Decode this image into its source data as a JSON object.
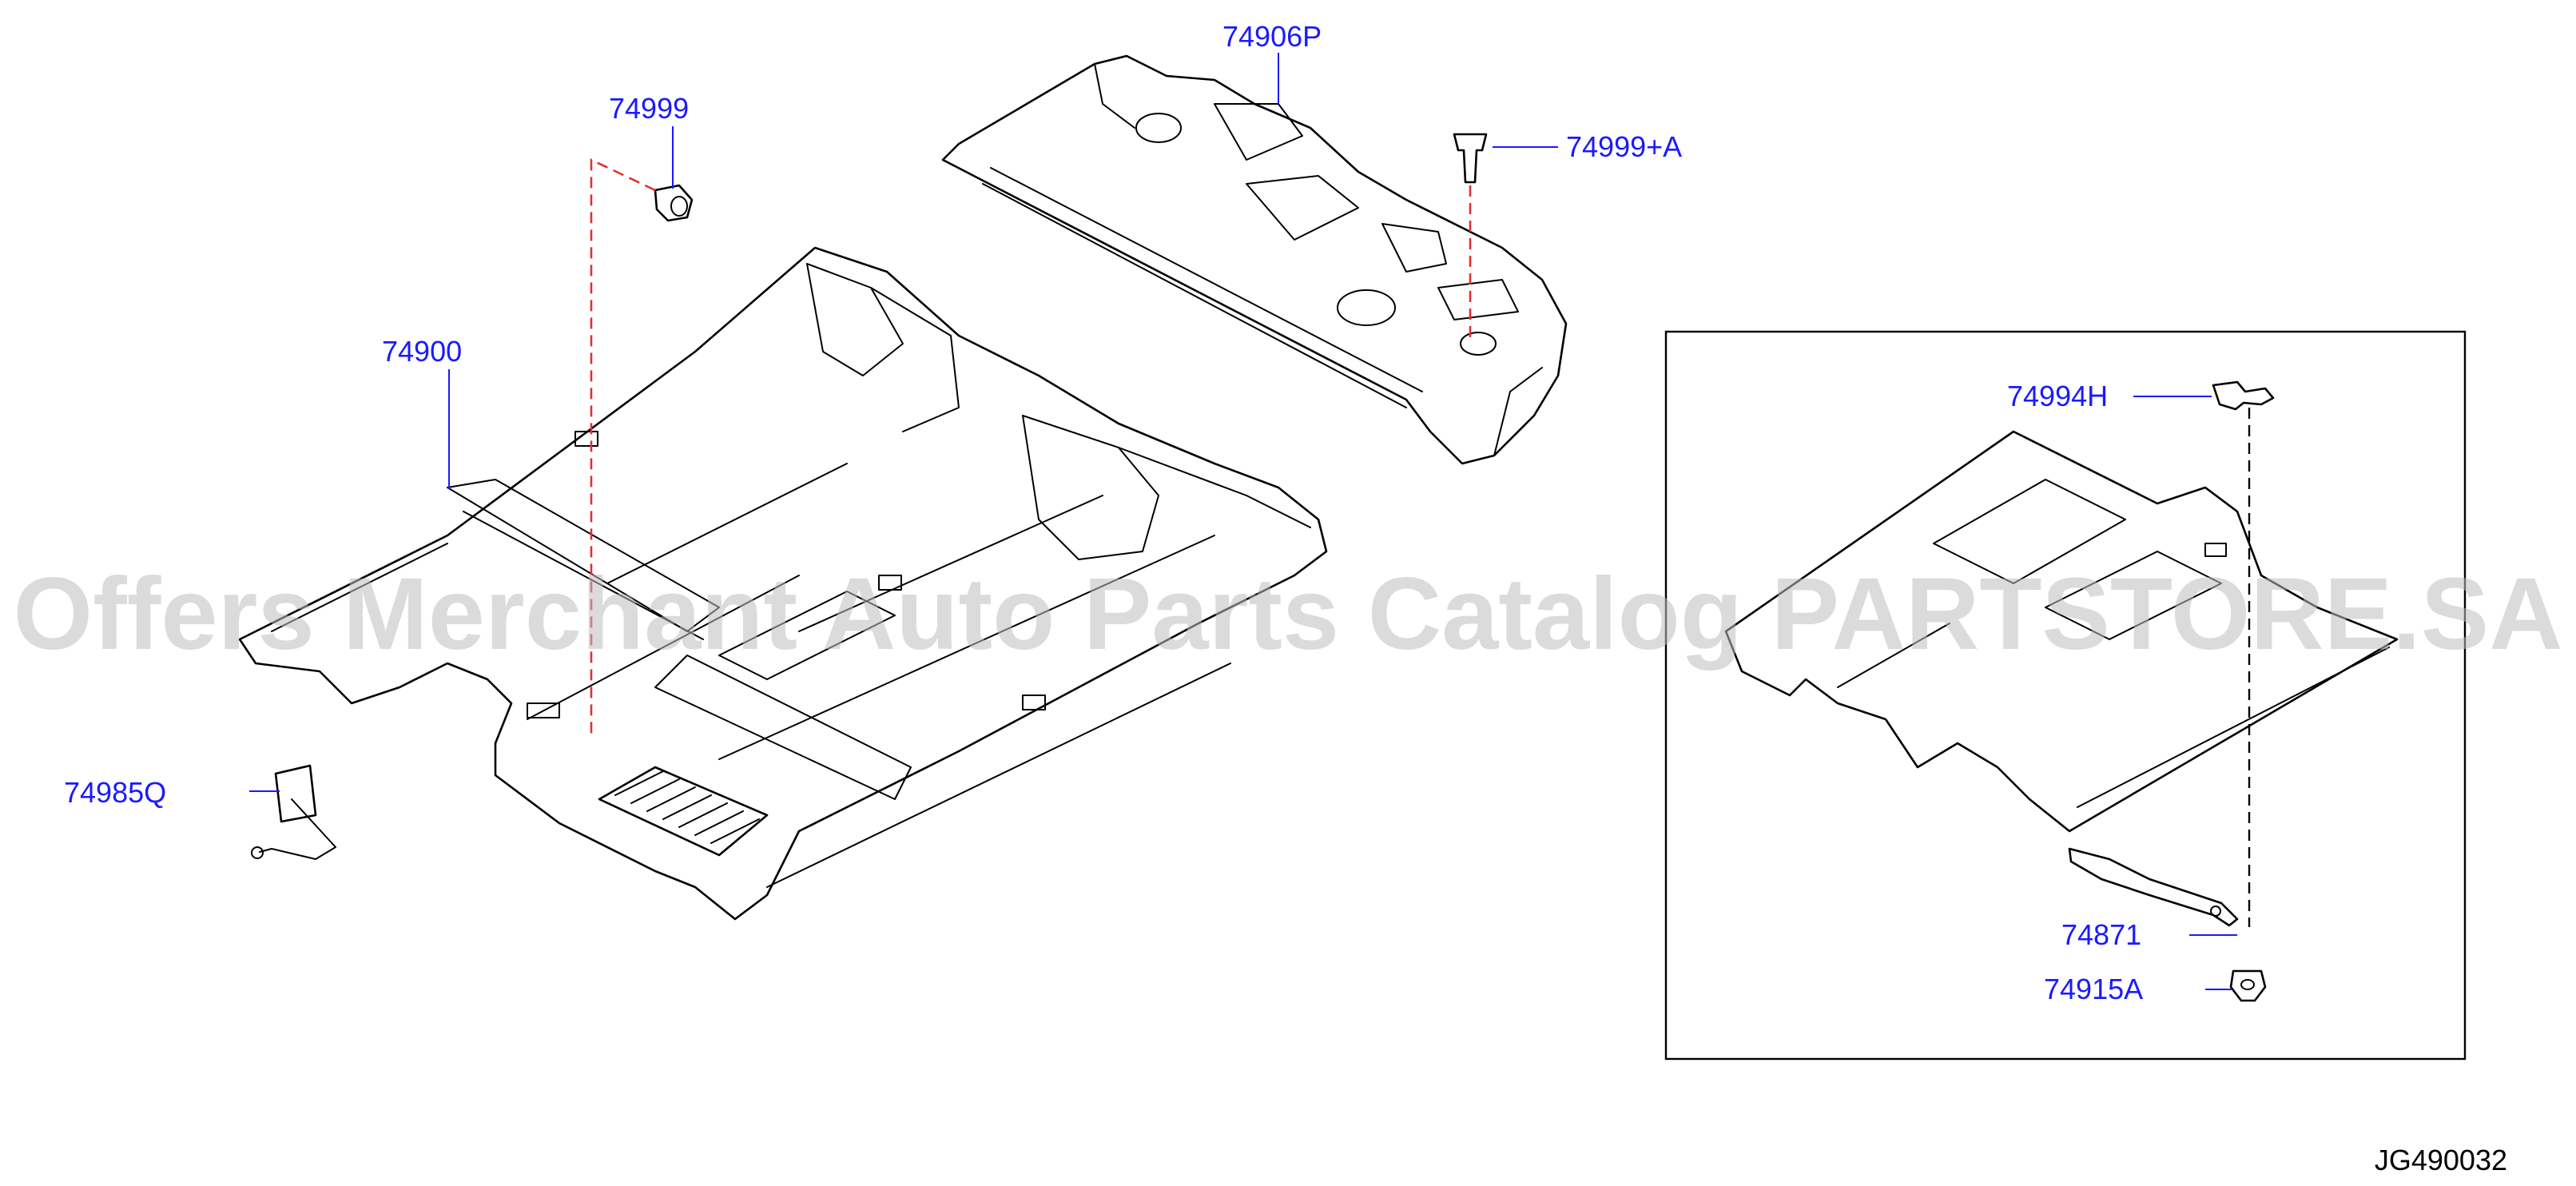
{
  "callouts": {
    "p74906P": "74906P",
    "p74999": "74999",
    "p74999A": "74999+A",
    "p74900": "74900",
    "p74985Q": "74985Q",
    "p74994H": "74994H",
    "p74871": "74871",
    "p74915A": "74915A"
  },
  "watermark": "Offers Merchant Auto Parts Catalog PARTSTORE.SA",
  "diagram_code": "JG490032",
  "colors": {
    "callout_text": "#1a1aff",
    "leader_dash": "#e03030",
    "watermark": "#bdbdbd"
  }
}
